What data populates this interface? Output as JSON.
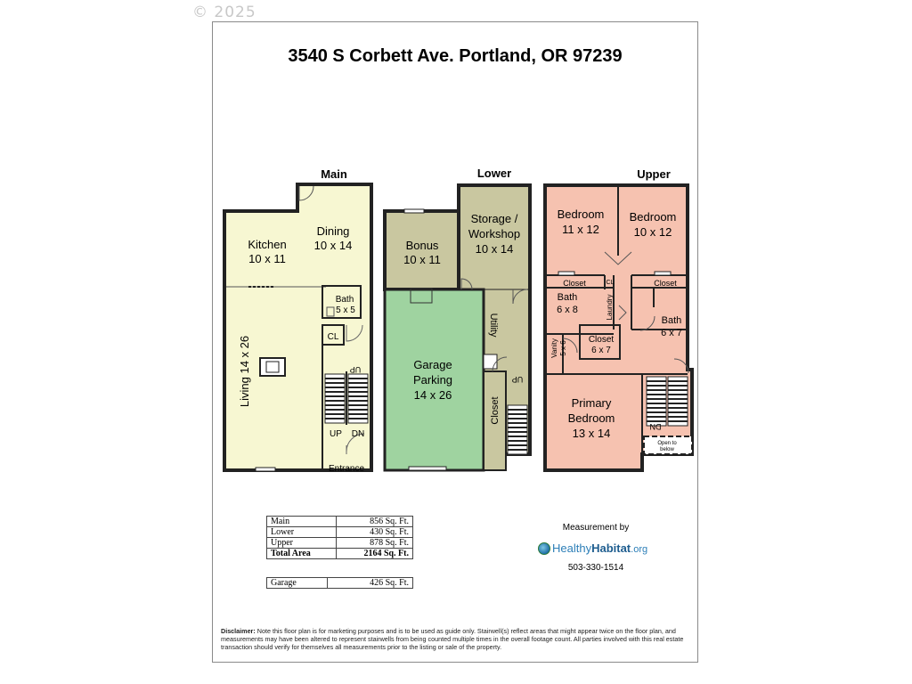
{
  "copyright": "© 2025",
  "address": "3540 S Corbett Ave. Portland, OR 97239",
  "levels": {
    "main": {
      "title": "Main",
      "kitchen_name": "Kitchen",
      "kitchen_size": "10 x 11",
      "dining_name": "Dining",
      "dining_size": "10 x 14",
      "bath_name": "Bath",
      "bath_size": "5 x 5",
      "closet": "CL",
      "living": "Living 14 x 26",
      "up": "UP",
      "stair_up": "UP",
      "stair_dn": "DN",
      "entrance": "Entrance"
    },
    "lower": {
      "title": "Lower",
      "bonus_name": "Bonus",
      "bonus_size": "10 x 11",
      "storage_name1": "Storage /",
      "storage_name2": "Workshop",
      "storage_size": "10 x 14",
      "utility": "Utility",
      "garage_name1": "Garage",
      "garage_name2": "Parking",
      "garage_size": "14 x 26",
      "closet": "Closet",
      "up": "UP"
    },
    "upper": {
      "title": "Upper",
      "bed1_name": "Bedroom",
      "bed1_size": "11 x 12",
      "bed2_name": "Bedroom",
      "bed2_size": "10 x 12",
      "closet_left": "Closet",
      "cl": "CL",
      "closet_right": "Closet",
      "bath1_name": "Bath",
      "bath1_size": "6 x 8",
      "laundry": "Laundry",
      "bath2_name": "Bath",
      "bath2_size": "6 x 7",
      "vanity_name": "Vanity",
      "vanity_size": "5 x 6",
      "closet_mid_name": "Closet",
      "closet_mid_size": "6 x 7",
      "primary_name1": "Primary",
      "primary_name2": "Bedroom",
      "primary_size": "13 x 14",
      "dn": "DN",
      "open1": "Open to",
      "open2": "below"
    }
  },
  "areas": {
    "rows": [
      {
        "label": "Main",
        "value": "856 Sq. Ft."
      },
      {
        "label": "Lower",
        "value": "430 Sq. Ft."
      },
      {
        "label": "Upper",
        "value": "878 Sq. Ft."
      }
    ],
    "total": {
      "label": "Total Area",
      "value": "2164 Sq. Ft."
    },
    "garage": {
      "label": "Garage",
      "value": "426 Sq. Ft."
    }
  },
  "measurement": {
    "label": "Measurement by",
    "logo_part1": "Healthy",
    "logo_part2": "Habitat",
    "logo_part3": ".org",
    "phone": "503-330-1514"
  },
  "disclaimer": {
    "label": "Disclaimer:",
    "text": " Note this floor plan is for marketing purposes and is to be used as guide only.  Stairwell(s) reflect areas that might appear twice on the floor plan, and measurements may have been altered to represent stairwells from being counted multiple times in the overall footage count.  All parties involved with this real estate transaction should verify for themselves all measurements prior to the listing or sale of the property."
  },
  "colors": {
    "main": "#f7f7d2",
    "lower_bonus": "#c9c7a0",
    "garage": "#9fd3a0",
    "upper": "#f6c2b0",
    "wall": "#222222"
  }
}
